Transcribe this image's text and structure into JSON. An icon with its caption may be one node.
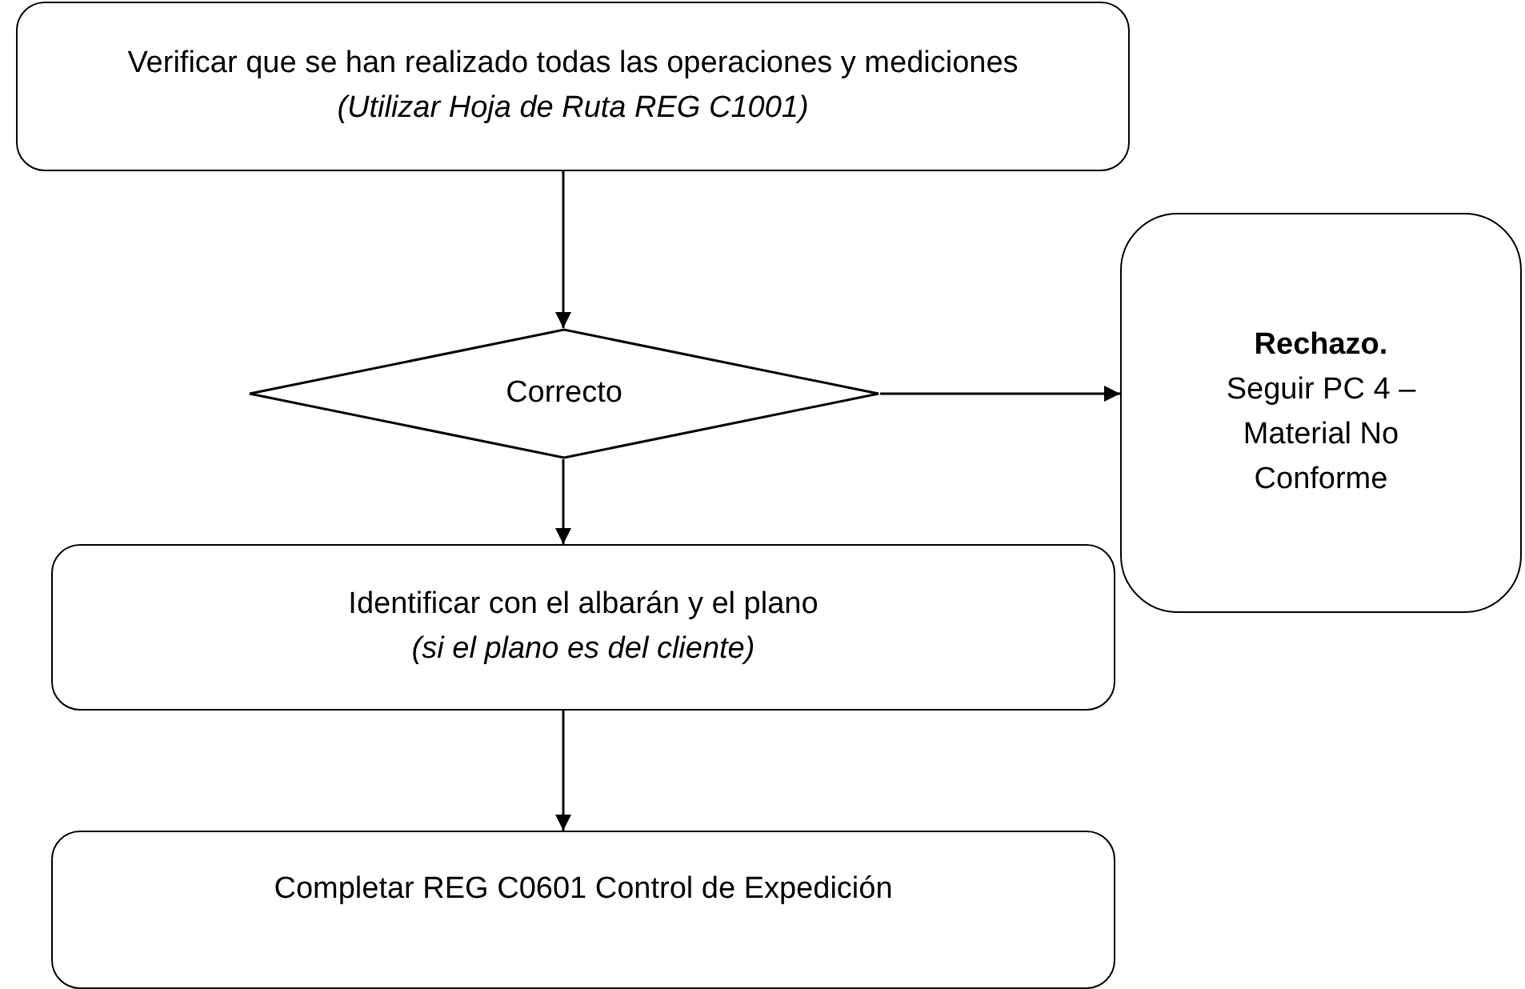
{
  "diagram": {
    "nodes": [
      {
        "text": [
          "Verificar que se han realizado todas las operaciones y mediciones *(Utilizar Hoja de Ruta REG C1001)*"
        ]
      },
      {
        "text": [
          "Correcto"
        ]
      },
      {
        "text": [
          "Rechazo.",
          "Seguir PC 4 – Material No Conforme"
        ]
      },
      {
        "text": [
          "Identificar con el albarán y el plano",
          "(si el plano es del cliente)"
        ]
      },
      {
        "text": [
          "Completar REG C0601 Control de Expedición"
        ]
      }
    ],
    "edges": [
      {
        "from": 0,
        "to": 1,
        "arrow": "to"
      },
      {
        "from": 1,
        "to": 2,
        "arrow": "to"
      },
      {
        "from": 1,
        "to": 3,
        "arrow": "to"
      },
      {
        "from": 3,
        "to": 4,
        "arrow": "to"
      }
    ]
  }
}
